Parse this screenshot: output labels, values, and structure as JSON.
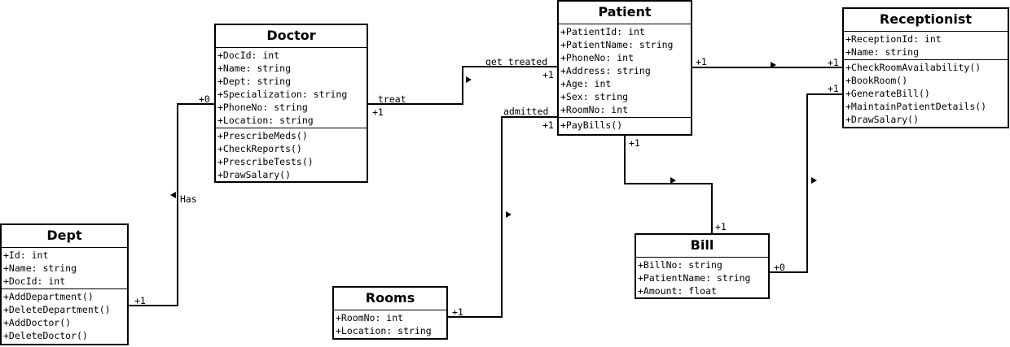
{
  "classes": {
    "doctor": {
      "name": "Doctor",
      "attributes": [
        "+DocId: int",
        "+Name: string",
        "+Dept: string",
        "+Specialization: string",
        "+PhoneNo: string",
        "+Location: string"
      ],
      "methods": [
        "+PrescribeMeds()",
        "+CheckReports()",
        "+PrescribeTests()",
        "+DrawSalary()"
      ]
    },
    "patient": {
      "name": "Patient",
      "attributes": [
        "+PatientId: int",
        "+PatientName: string",
        "+PhoneNo: int",
        "+Address: string",
        "+Age: int",
        "+Sex: string",
        "+RoomNo: int"
      ],
      "methods": [
        "+PayBills()"
      ]
    },
    "receptionist": {
      "name": "Receptionist",
      "attributes": [
        "+ReceptionId: int",
        "+Name: string"
      ],
      "methods": [
        "+CheckRoomAvailability()",
        "+BookRoom()",
        "+GenerateBill()",
        "+MaintainPatientDetails()",
        "+DrawSalary()"
      ]
    },
    "dept": {
      "name": "Dept",
      "attributes": [
        "+Id: int",
        "+Name: string",
        "+DocId: int"
      ],
      "methods": [
        "+AddDepartment()",
        "+DeleteDepartment()",
        "+AddDoctor()",
        "+DeleteDoctor()"
      ]
    },
    "rooms": {
      "name": "Rooms",
      "attributes": [
        "+RoomNo: int",
        "+Location: string"
      ],
      "methods": []
    },
    "bill": {
      "name": "Bill",
      "attributes": [
        "+BillNo: string",
        "+PatientName: string",
        "+Amount: float"
      ],
      "methods": []
    }
  },
  "associations": {
    "treat": {
      "label": "treat",
      "mult_doctor": "+1",
      "mult_patient": "+1"
    },
    "get_treated": {
      "label": "get treated"
    },
    "has": {
      "label": "Has",
      "mult_doctor": "+0",
      "mult_dept": "+1"
    },
    "admitted": {
      "label": "admitted",
      "mult_patient": "+1",
      "mult_rooms": "+1"
    },
    "patient_receptionist": {
      "mult_patient": "+1",
      "mult_receptionist": "+1"
    },
    "patient_bill": {
      "mult_patient": "+1",
      "mult_bill": "+1"
    },
    "bill_receptionist": {
      "mult_bill": "+0",
      "mult_receptionist": "+1"
    }
  }
}
